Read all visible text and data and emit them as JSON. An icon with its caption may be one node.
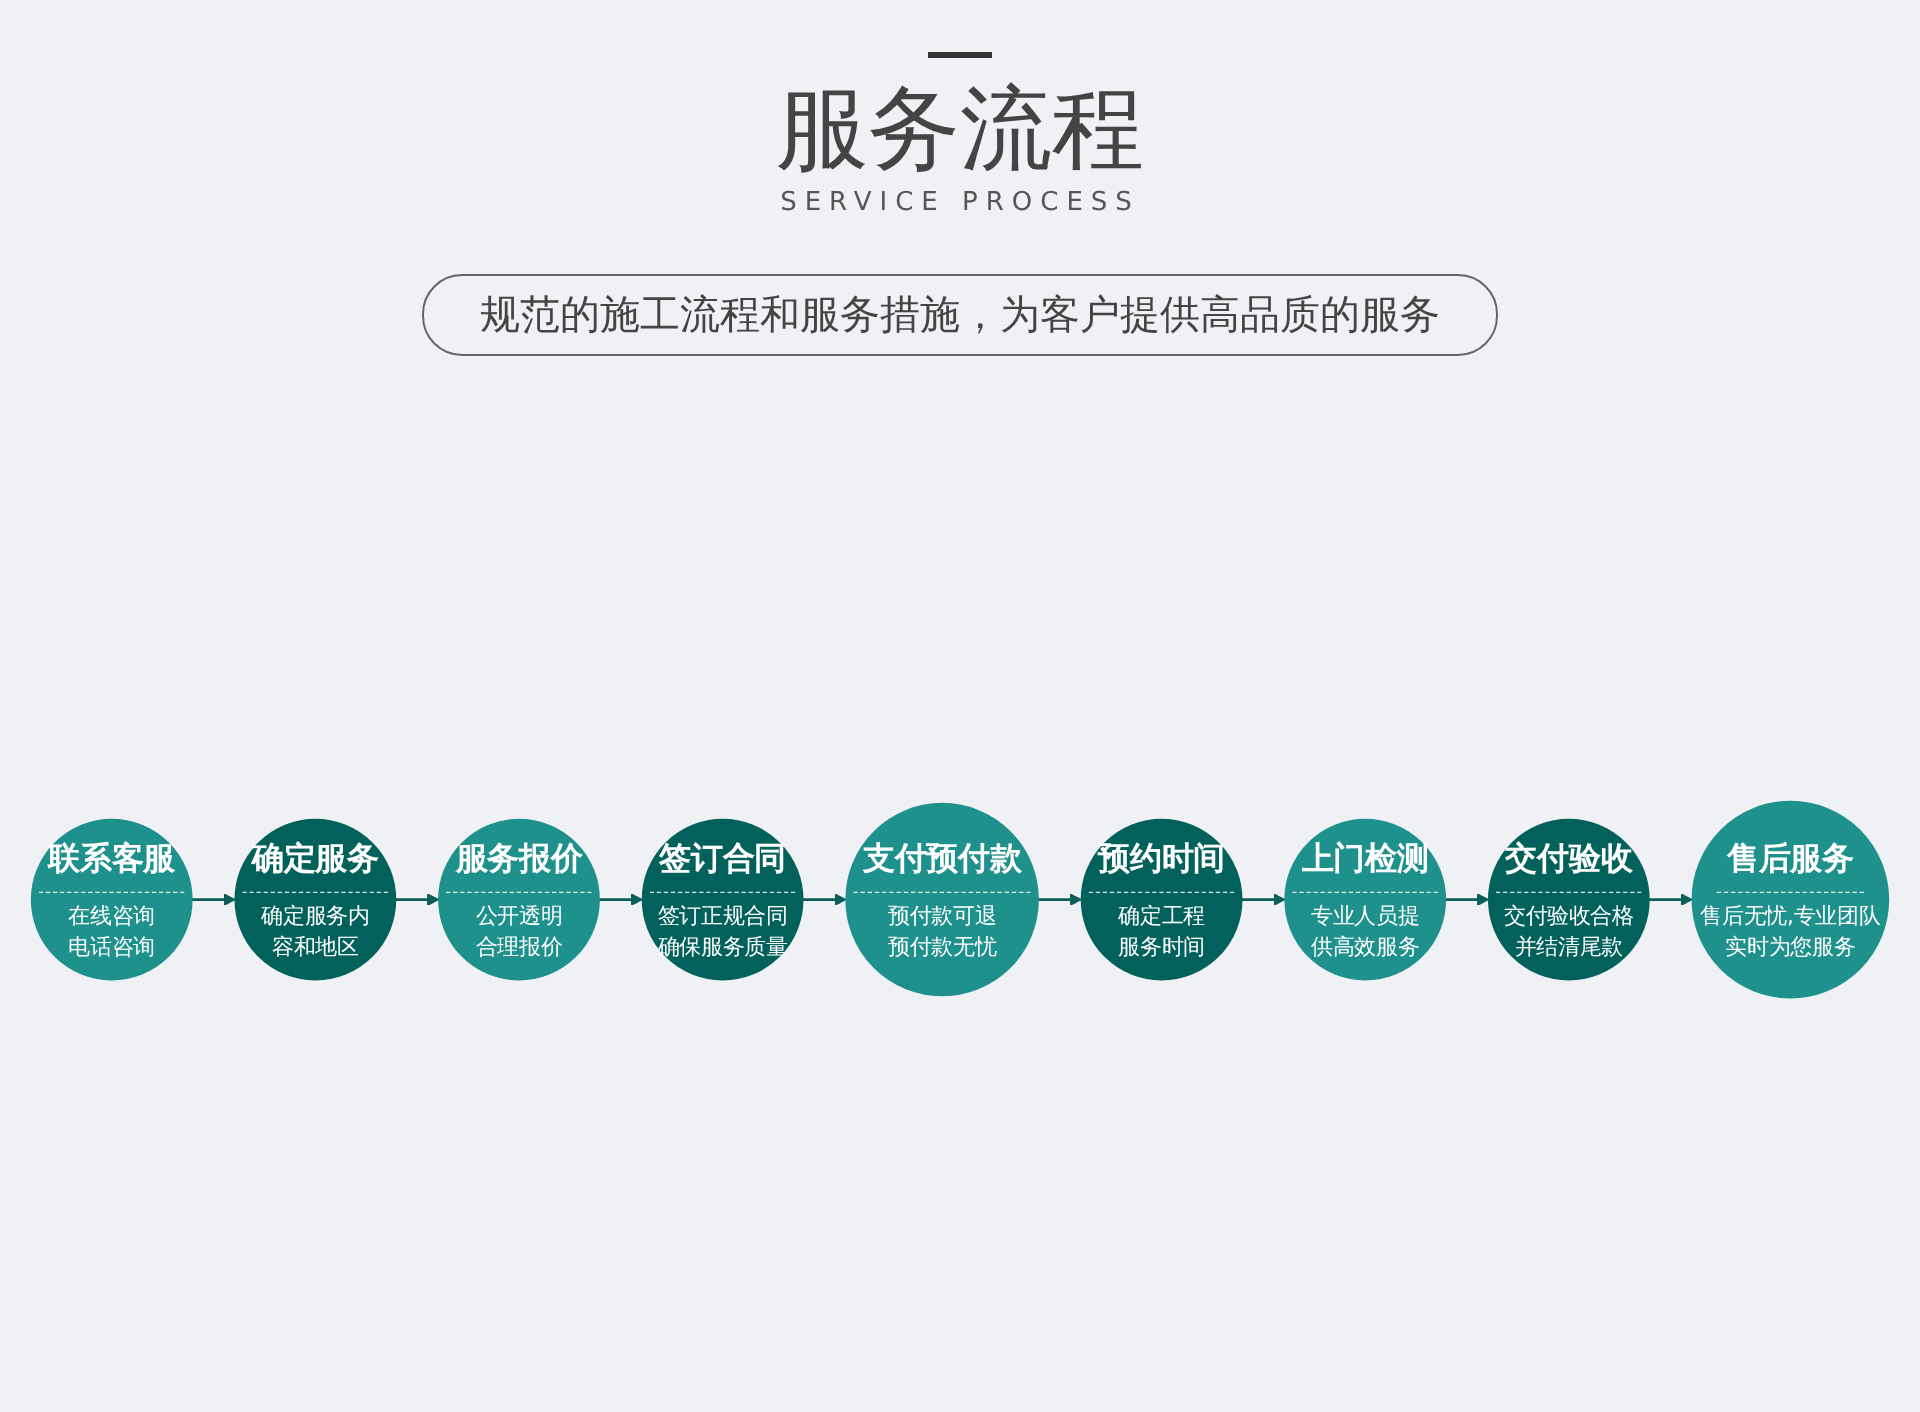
{
  "diagram": {
    "title": "服务流程",
    "nodes": [
      {
        "text": [
          "联系客服",
          "在线咨询电话咨询"
        ]
      },
      {
        "text": [
          "确定服务",
          "确定服务内容和地区"
        ]
      },
      {
        "text": [
          "服务报价",
          "公开透明合理报价"
        ]
      },
      {
        "text": [
          "签订合同",
          "签订正规合同确保服务质量"
        ]
      },
      {
        "text": [
          "支付预付款",
          "预付款可退预付款无忧"
        ]
      },
      {
        "text": [
          "预约时间",
          "确定工程服务时间"
        ]
      },
      {
        "text": [
          "上门检测",
          "专业人员提供高效服务"
        ]
      },
      {
        "text": [
          "交付验收",
          "交付验收合格并结清尾款"
        ]
      },
      {
        "text": [
          "售后服务",
          "售后无忧,专业团队实时为您服务"
        ]
      }
    ],
    "edges": [
      {
        "from": 0,
        "to": 1,
        "arrow": "to"
      },
      {
        "from": 1,
        "to": 2,
        "arrow": "to"
      },
      {
        "from": 2,
        "to": 3,
        "arrow": "to"
      },
      {
        "from": 3,
        "to": 4,
        "arrow": "to"
      },
      {
        "from": 4,
        "to": 5,
        "arrow": "to"
      },
      {
        "from": 5,
        "to": 6,
        "arrow": "to"
      },
      {
        "from": 6,
        "to": 7,
        "arrow": "to"
      },
      {
        "from": 7,
        "to": 8,
        "arrow": "to"
      }
    ],
    "labels": [
      "SERVICE PROCESS",
      "规范的施工流程和服务措施，为客户提供高品质的服务"
    ]
  }
}
